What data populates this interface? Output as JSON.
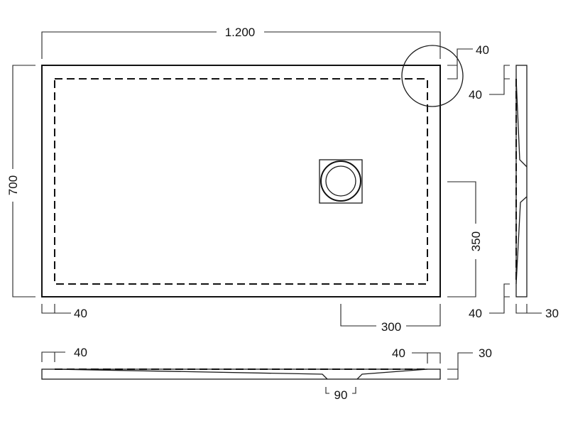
{
  "title": "Shower tray technical drawing",
  "dimensions": {
    "length": "1.200",
    "width": "700",
    "drain_from_side": "350",
    "drain_from_end": "300",
    "rim_left": "40",
    "rim_top_right": "40",
    "side_rim_top": "40",
    "side_rim_bottom": "40",
    "side_thickness": "30",
    "front_rim_left": "40",
    "front_rim_right": "40",
    "front_thickness": "30",
    "drain_width": "90"
  },
  "colors": {
    "line": "#111111",
    "background": "#ffffff"
  }
}
